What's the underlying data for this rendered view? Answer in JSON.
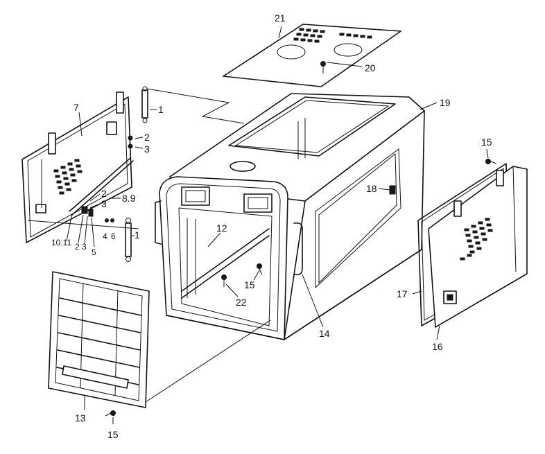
{
  "figure": {
    "callouts": {
      "p1a": "1",
      "p2a": "2",
      "p3a": "3",
      "p7": "7",
      "p2b": "2",
      "p3b": "3",
      "p89": "8.9",
      "p1011": "10.11",
      "p2c": "2",
      "p3c": "3",
      "p5": "5",
      "p4": "4",
      "p6": "6",
      "p1b": "1",
      "p12": "12",
      "p15a": "15",
      "p22": "22",
      "p14": "14",
      "p13": "13",
      "p15b": "15",
      "p21": "21",
      "p20": "20",
      "p19": "19",
      "p18": "18",
      "p15c": "15",
      "p17": "17",
      "p16": "16"
    }
  }
}
